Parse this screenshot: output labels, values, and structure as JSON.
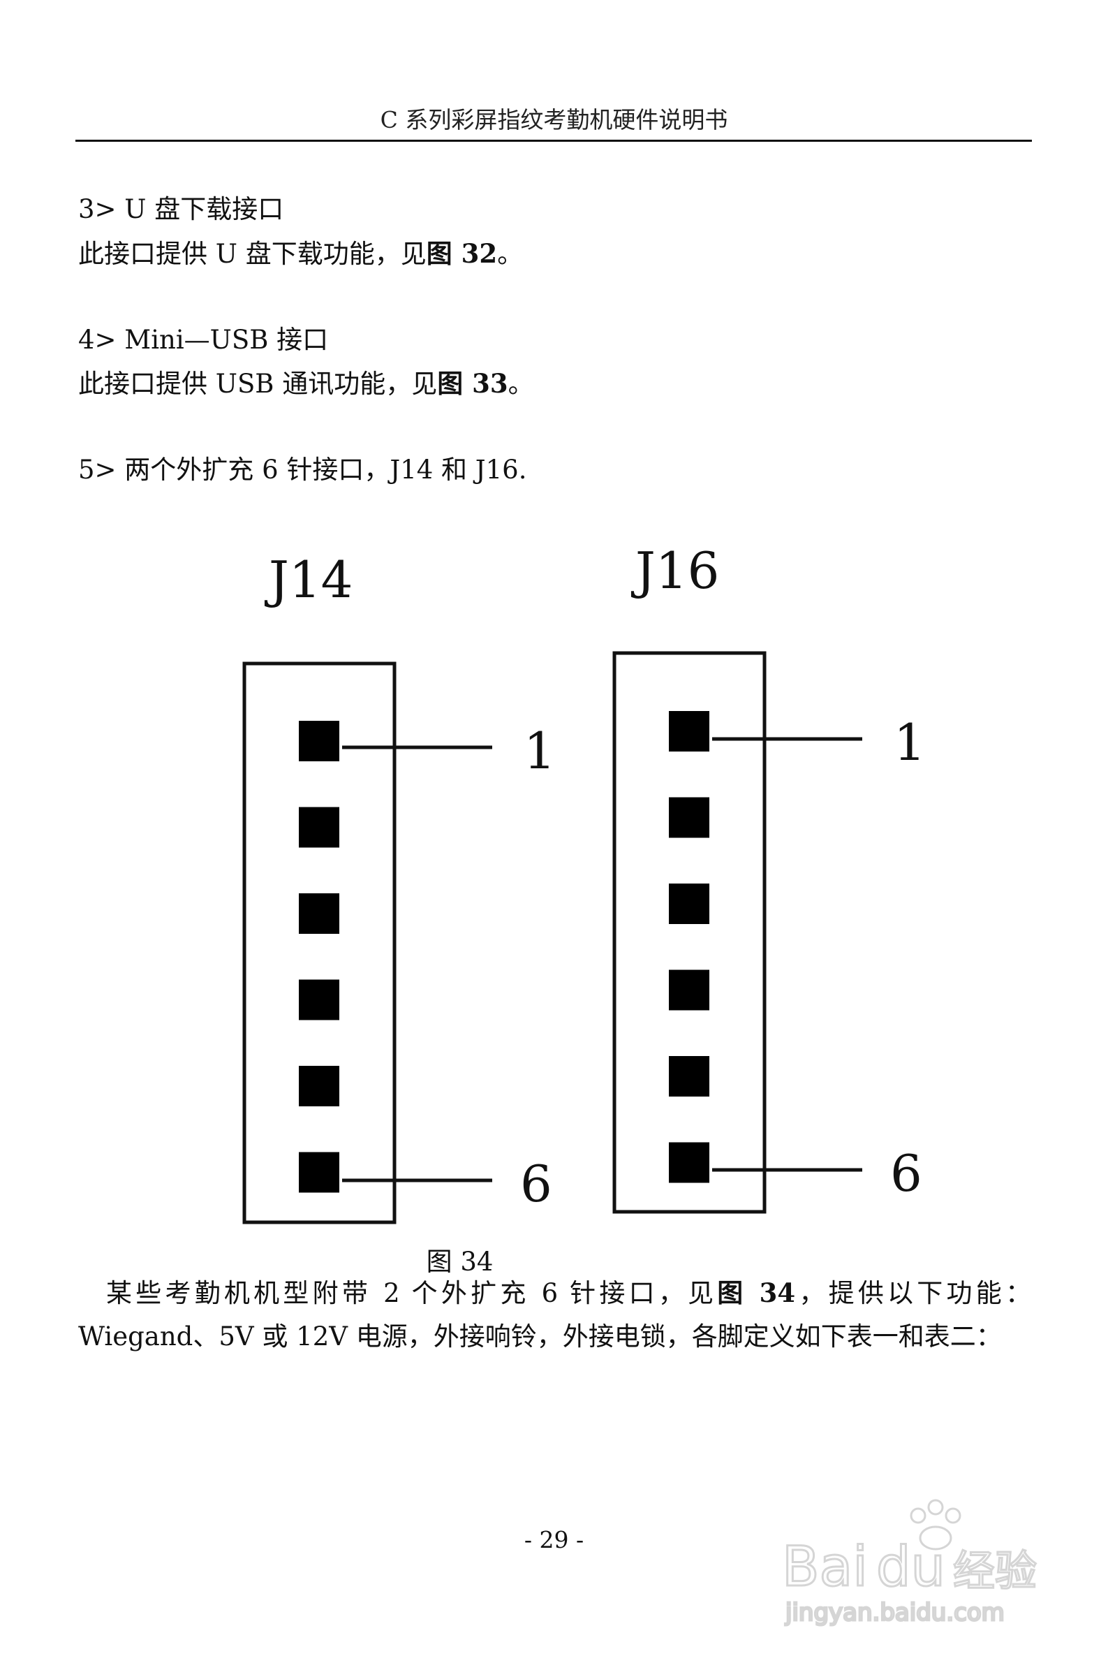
{
  "header": {
    "title": "C 系列彩屏指纹考勤机硬件说明书"
  },
  "sections": {
    "s3": {
      "title": "3> U 盘下载接口",
      "body_pre": "此接口提供 U 盘下载功能，见",
      "body_ref": "图 32",
      "body_post": "。"
    },
    "s4": {
      "title": "4> Mini—USB 接口",
      "body_pre": "此接口提供 USB 通讯功能，见",
      "body_ref": "图 33",
      "body_post": "。"
    },
    "s5": {
      "title": "5>  两个外扩充 6 针接口，J14 和 J16."
    }
  },
  "figure": {
    "connectors": [
      {
        "label": "J14",
        "first_pin": "1",
        "last_pin": "6",
        "pin_count": 6
      },
      {
        "label": "J16",
        "first_pin": "1",
        "last_pin": "6",
        "pin_count": 6
      }
    ],
    "caption": "图 34"
  },
  "body": {
    "pre": "某些考勤机机型附带 2 个外扩充 6 针接口，见",
    "ref": "图 34",
    "post": "，提供以下功能：Wiegand、5V 或 12V 电源，外接响铃，外接电锁，各脚定义如下表一和表二："
  },
  "footer": {
    "page_number": "- 29 -"
  },
  "watermark": {
    "brand": "Bai",
    "brand2": "du",
    "brand3": "经验",
    "url": "jingyan.baidu.com"
  }
}
